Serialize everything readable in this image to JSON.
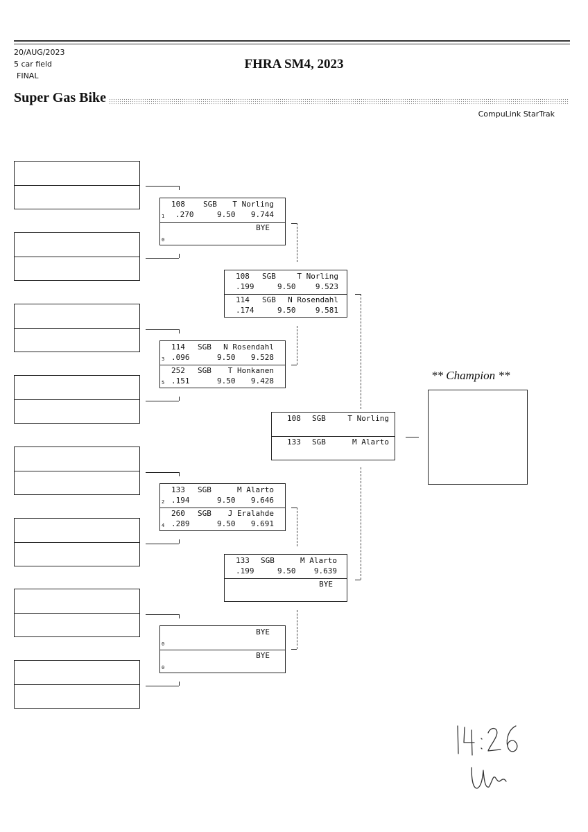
{
  "header": {
    "date": "20/AUG/2023",
    "field": "5 car field",
    "round": "FINAL",
    "event_title": "FHRA SM4, 2023",
    "class_name": "Super Gas Bike",
    "software": "CompuLink StarTrak"
  },
  "round2": [
    {
      "top": {
        "car": "108",
        "cls": "SGB",
        "name": "T Norling",
        "lane": "1",
        "rt": ".270",
        "dial": "9.50",
        "et": "9.744"
      },
      "bottom": {
        "name": "BYE",
        "lane": "0"
      }
    },
    {
      "top": {
        "car": "114",
        "cls": "SGB",
        "name": "N Rosendahl",
        "lane": "3",
        "rt": ".096",
        "dial": "9.50",
        "et": "9.528"
      },
      "bottom": {
        "car": "252",
        "cls": "SGB",
        "name": "T Honkanen",
        "lane": "5",
        "rt": ".151",
        "dial": "9.50",
        "et": "9.428"
      }
    },
    {
      "top": {
        "car": "133",
        "cls": "SGB",
        "name": "M Alarto",
        "lane": "2",
        "rt": ".194",
        "dial": "9.50",
        "et": "9.646"
      },
      "bottom": {
        "car": "260",
        "cls": "SGB",
        "name": "J Eralahde",
        "lane": "4",
        "rt": ".289",
        "dial": "9.50",
        "et": "9.691"
      }
    },
    {
      "top": {
        "name": "BYE",
        "lane": "0"
      },
      "bottom": {
        "name": "BYE",
        "lane": "0"
      }
    }
  ],
  "round3": [
    {
      "top": {
        "car": "108",
        "cls": "SGB",
        "name": "T Norling",
        "rt": ".199",
        "dial": "9.50",
        "et": "9.523"
      },
      "bottom": {
        "car": "114",
        "cls": "SGB",
        "name": "N Rosendahl",
        "rt": ".174",
        "dial": "9.50",
        "et": "9.581"
      }
    },
    {
      "top": {
        "car": "133",
        "cls": "SGB",
        "name": "M Alarto",
        "rt": ".199",
        "dial": "9.50",
        "et": "9.639"
      },
      "bottom": {
        "name": "BYE"
      }
    }
  ],
  "final": {
    "top": {
      "car": "108",
      "cls": "SGB",
      "name": "T Norling"
    },
    "bottom": {
      "car": "133",
      "cls": "SGB",
      "name": "M Alarto"
    }
  },
  "champion_label": "** Champion **",
  "handwritten_note": "14:26"
}
